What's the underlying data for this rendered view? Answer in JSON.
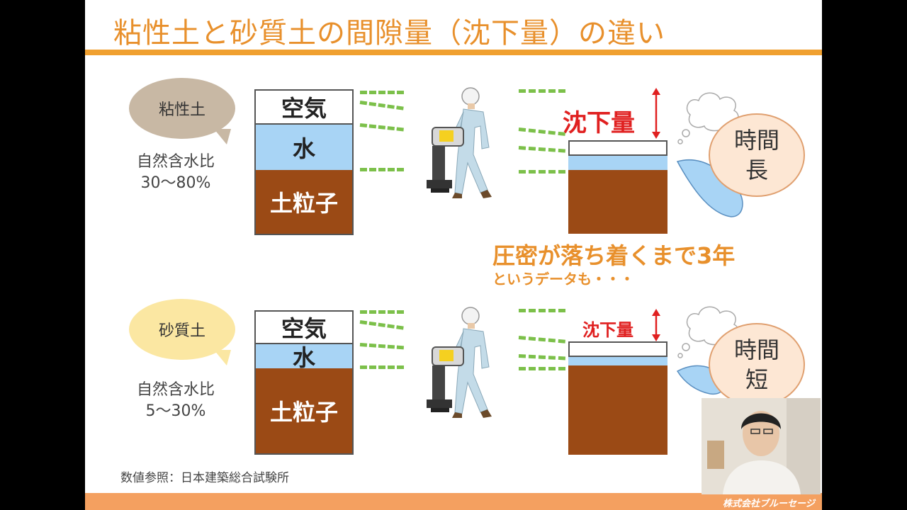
{
  "title": "粘性土と砂質土の間隙量（沈下量）の違い",
  "clay": {
    "bubble_label": "粘性土",
    "ratio_label": "自然含水比",
    "ratio_range": "30～80%",
    "layer_air": "空気",
    "layer_water": "水",
    "layer_soil": "土粒子",
    "settlement_label": "沈下量",
    "time_line1": "時間",
    "time_line2": "長",
    "bubble_color": "#c8b8a4"
  },
  "sand": {
    "bubble_label": "砂質土",
    "ratio_label": "自然含水比",
    "ratio_range": "5～30%",
    "layer_air": "空気",
    "layer_water": "水",
    "layer_soil": "土粒子",
    "settlement_label": "沈下量",
    "time_line1": "時間",
    "time_line2": "短",
    "bubble_color": "#fbe7a2"
  },
  "compaction_note": "圧密が落ち着くまで3年",
  "compaction_sub": "というデータも・・・",
  "source": "数値参照：日本建築総合試験所",
  "company": "株式会社ブルーセージ",
  "colors": {
    "accent": "#e8902c",
    "soil": "#9b4a15",
    "water": "#a8d4f5",
    "settlement_red": "#e02020",
    "dash_green": "#7cc04a"
  }
}
